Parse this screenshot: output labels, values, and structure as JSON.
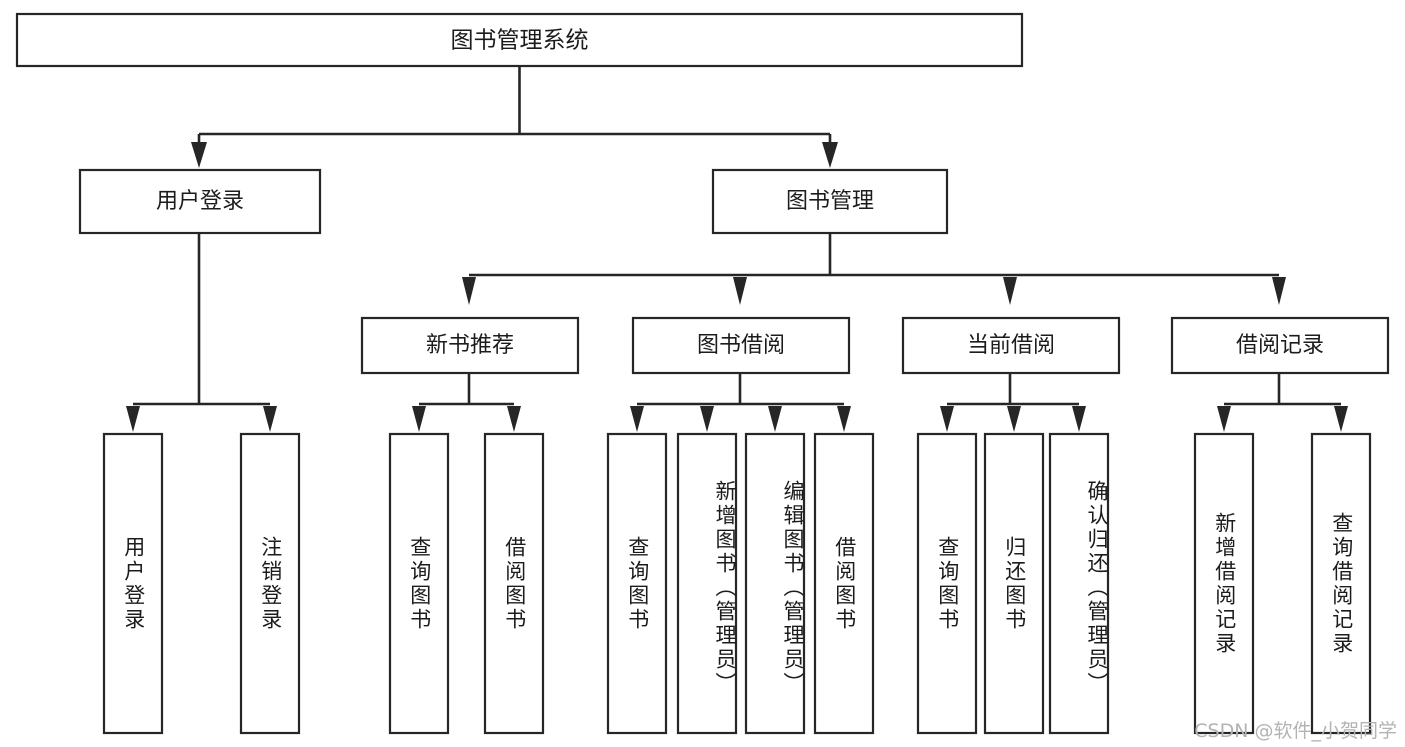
{
  "diagram": {
    "type": "hierarchy-tree",
    "title_node": {
      "id": "root",
      "label": "图书管理系统"
    },
    "level2": [
      {
        "id": "user-login",
        "label": "用户登录"
      },
      {
        "id": "book-management",
        "label": "图书管理"
      }
    ],
    "level3": [
      {
        "id": "new-book-recommend",
        "label": "新书推荐",
        "parent": "book-management"
      },
      {
        "id": "book-borrow",
        "label": "图书借阅",
        "parent": "book-management"
      },
      {
        "id": "current-borrow",
        "label": "当前借阅",
        "parent": "book-management"
      },
      {
        "id": "borrow-record",
        "label": "借阅记录",
        "parent": "book-management"
      }
    ],
    "leaves": [
      {
        "id": "leaf-user-login",
        "label": "用户登录",
        "parent": "user-login"
      },
      {
        "id": "leaf-logout-login",
        "label": "注销登录",
        "parent": "user-login"
      },
      {
        "id": "leaf-query-book-1",
        "label": "查询图书",
        "parent": "new-book-recommend"
      },
      {
        "id": "leaf-borrow-book-1",
        "label": "借阅图书",
        "parent": "new-book-recommend"
      },
      {
        "id": "leaf-query-book-2",
        "label": "查询图书",
        "parent": "book-borrow"
      },
      {
        "id": "leaf-add-book",
        "label": "新增图书（管理员）",
        "parent": "book-borrow"
      },
      {
        "id": "leaf-edit-book",
        "label": "编辑图书（管理员）",
        "parent": "book-borrow"
      },
      {
        "id": "leaf-borrow-book-2",
        "label": "借阅图书",
        "parent": "book-borrow"
      },
      {
        "id": "leaf-query-book-3",
        "label": "查询图书",
        "parent": "current-borrow"
      },
      {
        "id": "leaf-return-book",
        "label": "归还图书",
        "parent": "current-borrow"
      },
      {
        "id": "leaf-confirm-return",
        "label": "确认归还（管理员）",
        "parent": "current-borrow"
      },
      {
        "id": "leaf-add-record",
        "label": "新增借阅记录",
        "parent": "borrow-record"
      },
      {
        "id": "leaf-query-record",
        "label": "查询借阅记录",
        "parent": "borrow-record"
      }
    ],
    "colors": {
      "stroke": "#262626",
      "box_fill": "#ffffff",
      "text": "#1c1c1c",
      "background": "#ffffff",
      "watermark": "#b3b3b3"
    }
  },
  "watermark": {
    "text": "CSDN @软件_小贺同学"
  }
}
